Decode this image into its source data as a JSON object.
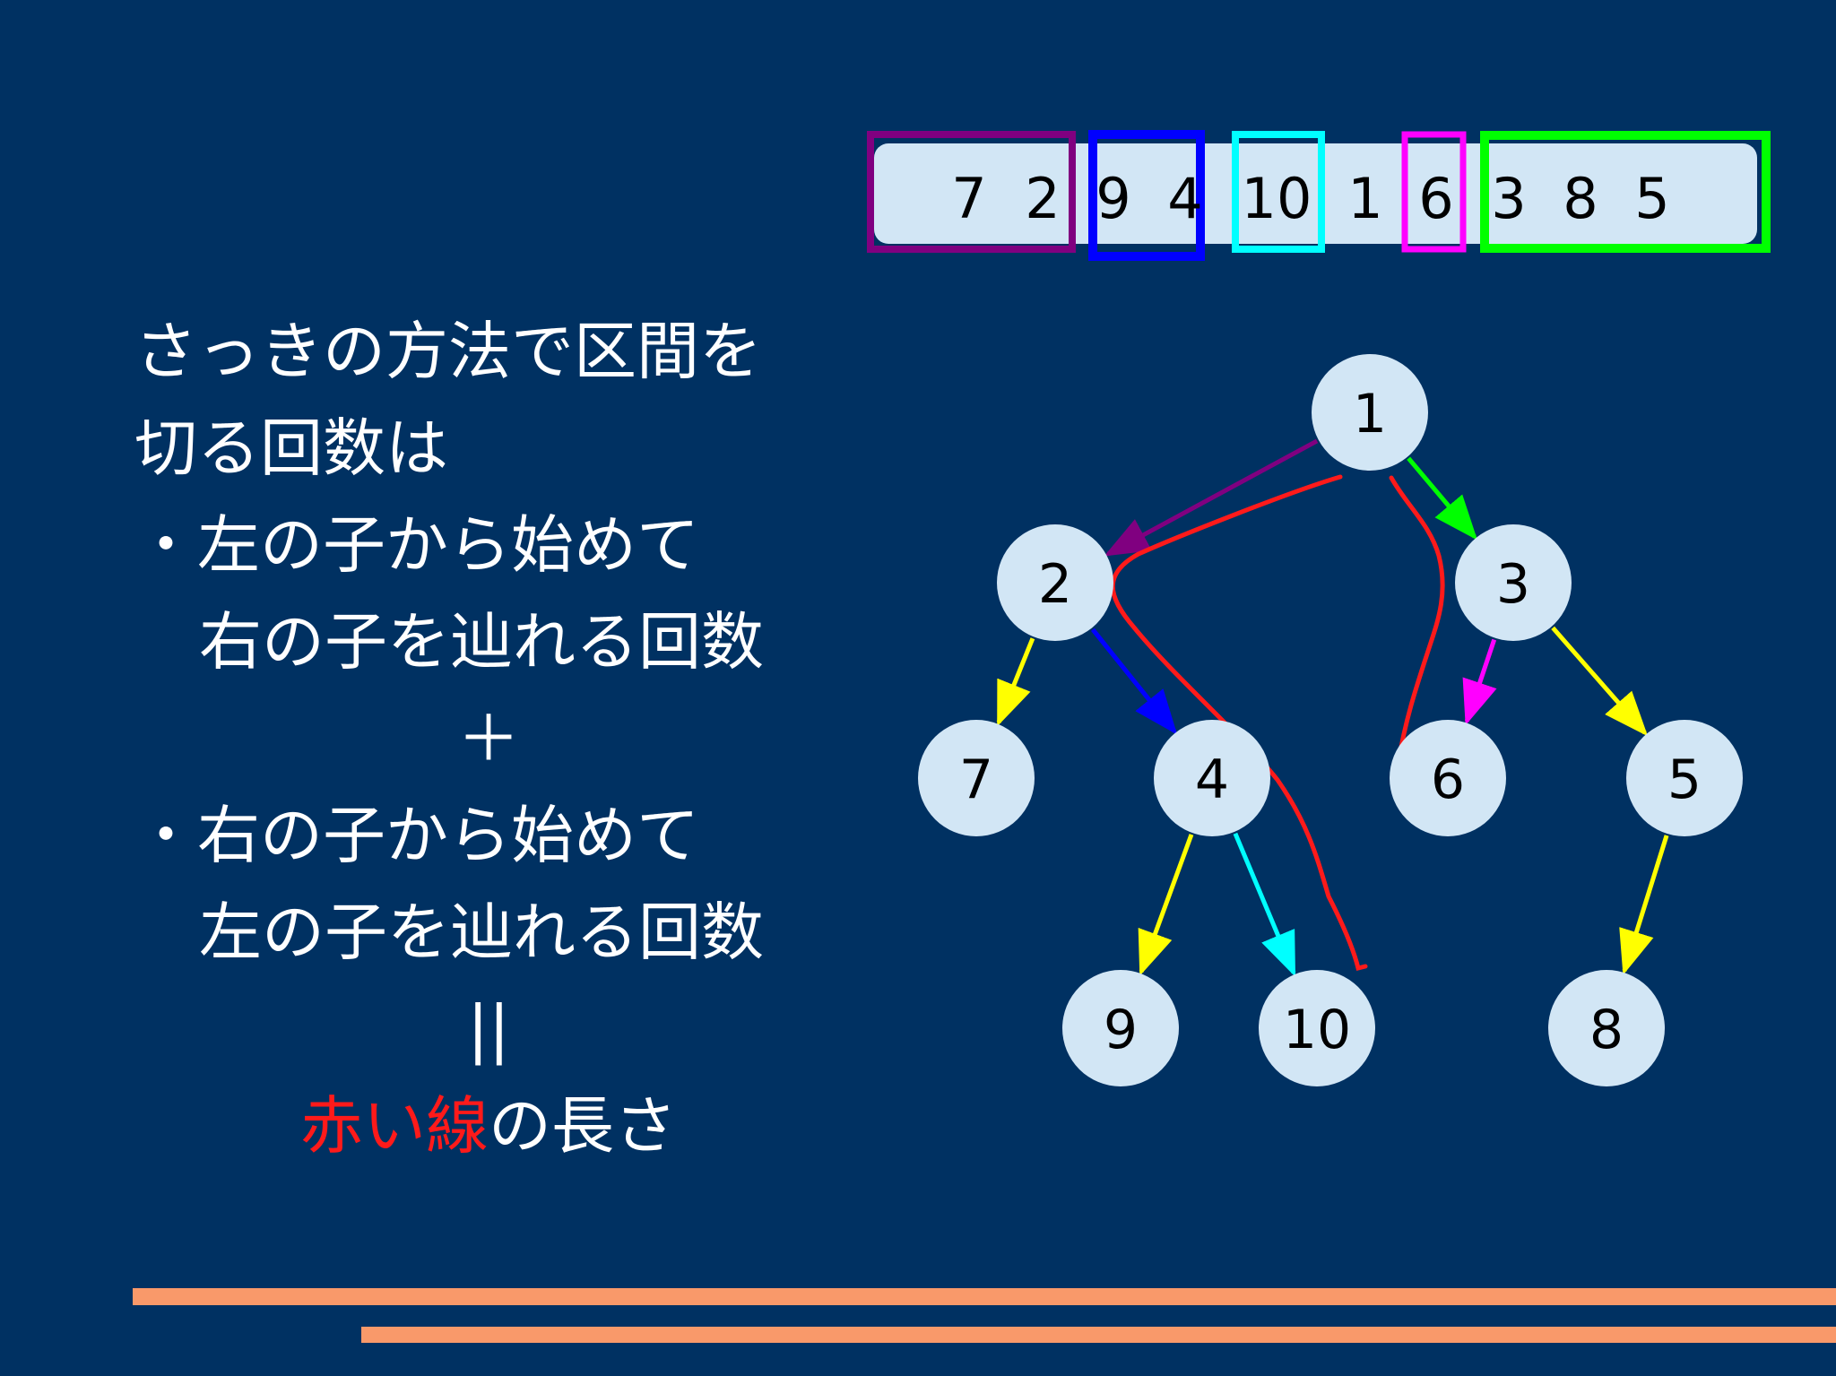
{
  "array_cells": [
    "7",
    "2",
    "9",
    "4",
    "10",
    "1",
    "6",
    "3",
    "8",
    "5"
  ],
  "text": {
    "line1": "さっきの方法で区間を",
    "line2": "切る回数は",
    "bullet1a": "・左の子から始めて",
    "bullet1b": "右の子を辿れる回数",
    "plus": "＋",
    "bullet2a": "・右の子から始めて",
    "bullet2b": "左の子を辿れる回数",
    "equals": "||",
    "conclusion_highlight": "赤い線",
    "conclusion_rest": "の長さ"
  },
  "tree": {
    "nodes": [
      {
        "id": "1",
        "label": "1"
      },
      {
        "id": "2",
        "label": "2"
      },
      {
        "id": "3",
        "label": "3"
      },
      {
        "id": "7",
        "label": "7"
      },
      {
        "id": "4",
        "label": "4"
      },
      {
        "id": "6",
        "label": "6"
      },
      {
        "id": "5",
        "label": "5"
      },
      {
        "id": "9",
        "label": "9"
      },
      {
        "id": "10",
        "label": "10"
      },
      {
        "id": "8",
        "label": "8"
      }
    ],
    "edges": [
      {
        "from": "1",
        "to": "2",
        "color": "#800080"
      },
      {
        "from": "1",
        "to": "3",
        "color": "#00ff00"
      },
      {
        "from": "2",
        "to": "7",
        "color": "#ffff00"
      },
      {
        "from": "2",
        "to": "4",
        "color": "#0000ff"
      },
      {
        "from": "3",
        "to": "6",
        "color": "#ff00ff"
      },
      {
        "from": "3",
        "to": "5",
        "color": "#ffff00"
      },
      {
        "from": "4",
        "to": "9",
        "color": "#ffff00"
      },
      {
        "from": "4",
        "to": "10",
        "color": "#00ffff"
      },
      {
        "from": "5",
        "to": "8",
        "color": "#ffff00"
      }
    ]
  },
  "colors": {
    "background": "#003162",
    "node_fill": "#d2e6f5",
    "red_line": "#ff1a1a",
    "footer_bar": "#f9996a"
  }
}
